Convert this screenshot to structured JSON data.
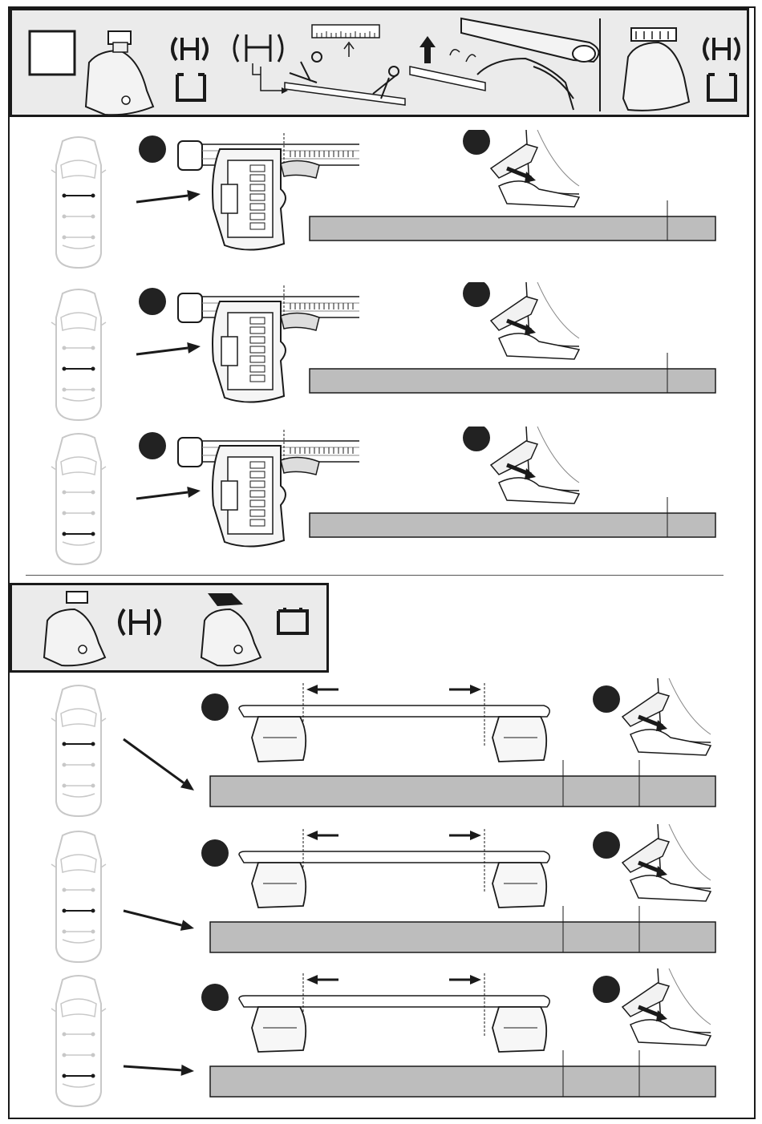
{
  "page": {
    "description_visible_text": ""
  },
  "colors": {
    "panel_fill": "#ebebeb",
    "bar_fill": "#bdbdbd",
    "ink": "#1a1a1a",
    "car_outline": "#c8c8c8",
    "step_marker": "#222222"
  },
  "header_panel": {
    "icons": [
      "blank-square-icon",
      "foot-with-clamp-icon",
      "profile-bracket-icon",
      "cut-rubber-profile-icon",
      "measuring-scale-icon",
      "roof-bar-fit-icon",
      "foot-pad-icon"
    ]
  },
  "section_a": {
    "rows": [
      {
        "car_position": "front",
        "bar_cells": 2
      },
      {
        "car_position": "middle",
        "bar_cells": 2
      },
      {
        "car_position": "rear",
        "bar_cells": 2
      }
    ]
  },
  "section_b_panel": {
    "icons": [
      "foot-with-clamp-icon",
      "oval-bracket-icon",
      "foot-with-cover-icon",
      "rectangle-bracket-icon"
    ]
  },
  "section_b": {
    "rows": [
      {
        "car_position": "front",
        "bar_cells": 3
      },
      {
        "car_position": "middle",
        "bar_cells": 3
      },
      {
        "car_position": "rear",
        "bar_cells": 3
      }
    ]
  }
}
